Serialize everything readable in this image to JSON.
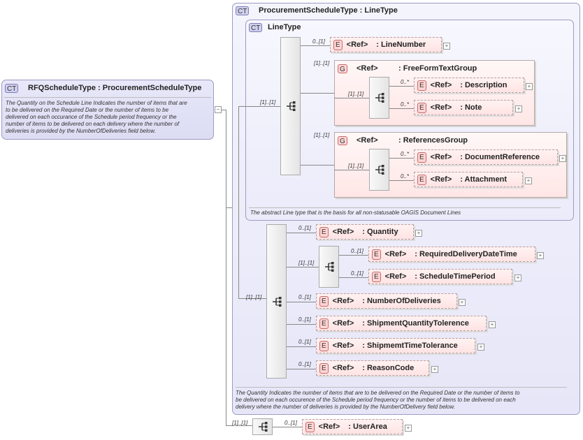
{
  "root": {
    "badge": "CT",
    "title": "RFQScheduleType : ProcurementScheduleType",
    "doc": [
      "The Quantity on the Schedule Line Indicates the number of items that are",
      "to be delivered on the Required Date or the number of items to be",
      "delivered on each occurance of the Schedule period frequency or the",
      "number of items to be delivered on each delivery where the number of",
      "deliveries is provided by the NumberOfDeliveries field below."
    ],
    "collapse": "−"
  },
  "outer": {
    "badge": "CT",
    "title": "ProcurementScheduleType : LineType",
    "doc": [
      "The Quantity Indicates the number of items that are to be delivered on the Required Date or the number of items to",
      "be delivered on each occurence of the Schedule period frequency or the number of items to be delivered on each",
      "delivery where the number of deliveries is provided by the NumberOfDelivery field below."
    ]
  },
  "linetype": {
    "badge": "CT",
    "title": "LineType",
    "doc": "The abstract Line type that is the basis for all non-statusable OAGIS Document Lines"
  },
  "elements": {
    "lineNumber": {
      "badge": "E",
      "ref": "<Ref>",
      "name": ": LineNumber",
      "card": "0..[1]"
    },
    "description": {
      "badge": "E",
      "ref": "<Ref>",
      "name": ": Description",
      "card": "0..*"
    },
    "note": {
      "badge": "E",
      "ref": "<Ref>",
      "name": ": Note",
      "card": "0..*"
    },
    "documentReference": {
      "badge": "E",
      "ref": "<Ref>",
      "name": ": DocumentReference",
      "card": "0..*"
    },
    "attachment": {
      "badge": "E",
      "ref": "<Ref>",
      "name": ": Attachment",
      "card": "0..*"
    },
    "quantity": {
      "badge": "E",
      "ref": "<Ref>",
      "name": ": Quantity",
      "card": "0..[1]"
    },
    "requiredDeliveryDateTime": {
      "badge": "E",
      "ref": "<Ref>",
      "name": ": RequiredDeliveryDateTime",
      "card": "0..[1]"
    },
    "scheduleTimePeriod": {
      "badge": "E",
      "ref": "<Ref>",
      "name": ": ScheduleTimePeriod",
      "card": "0..[1]"
    },
    "numberOfDeliveries": {
      "badge": "E",
      "ref": "<Ref>",
      "name": ": NumberOfDeliveries",
      "card": "0..[1]"
    },
    "shipmentQuantityTolerence": {
      "badge": "E",
      "ref": "<Ref>",
      "name": ": ShipmentQuantityTolerence",
      "card": "0..[1]"
    },
    "shipmemtTimeTolerance": {
      "badge": "E",
      "ref": "<Ref>",
      "name": ": ShipmemtTimeTolerance",
      "card": "0..[1]"
    },
    "reasonCode": {
      "badge": "E",
      "ref": "<Ref>",
      "name": ": ReasonCode",
      "card": "0..[1]"
    },
    "userArea": {
      "badge": "E",
      "ref": "<Ref>",
      "name": ": UserArea",
      "card": "0..[1]"
    }
  },
  "groups": {
    "freeForm": {
      "badge": "G",
      "ref": "<Ref>",
      "name": ": FreeFormTextGroup",
      "card": "[1]..[1]",
      "seqCard": "[1]..[1]"
    },
    "references": {
      "badge": "G",
      "ref": "<Ref>",
      "name": ": ReferencesGroup",
      "card": "[1]..[1]",
      "seqCard": "[1]..[1]"
    }
  },
  "sequences": {
    "lineSeqCard": "[1]..[1]",
    "procSeqCard": "[1]..[1]",
    "innerDateSeqCard": "[1]..[1]",
    "userAreaSeqCard": "[1]..[1]"
  },
  "plus": "+"
}
